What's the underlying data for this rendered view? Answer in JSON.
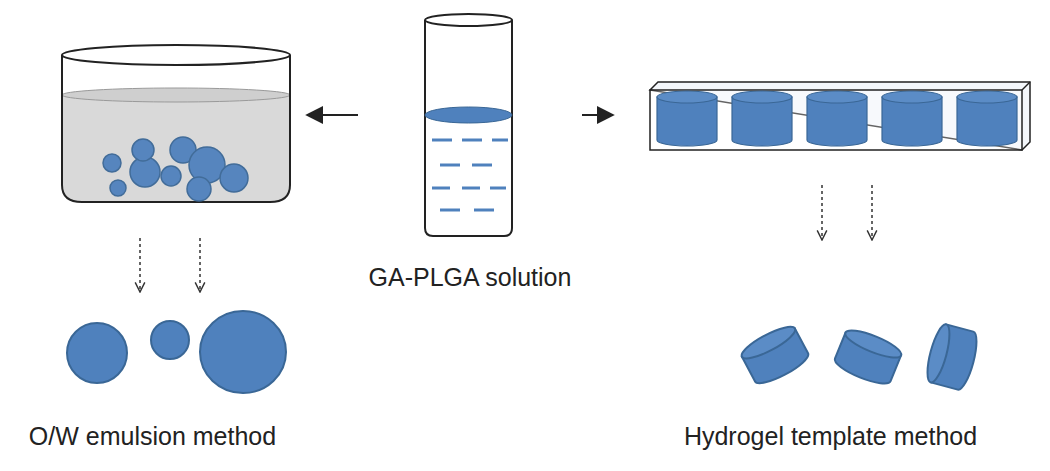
{
  "diagram": {
    "nodes": [
      {
        "text": [
          "GA-PLGA solution"
        ]
      },
      {
        "text": [
          "O/W emulsion method"
        ]
      },
      {
        "text": [
          "Hydrogel template method"
        ]
      }
    ],
    "edges": [
      {
        "from": 0,
        "to": 1,
        "arrow": "to"
      },
      {
        "from": 0,
        "to": 2,
        "arrow": "to"
      }
    ]
  }
}
